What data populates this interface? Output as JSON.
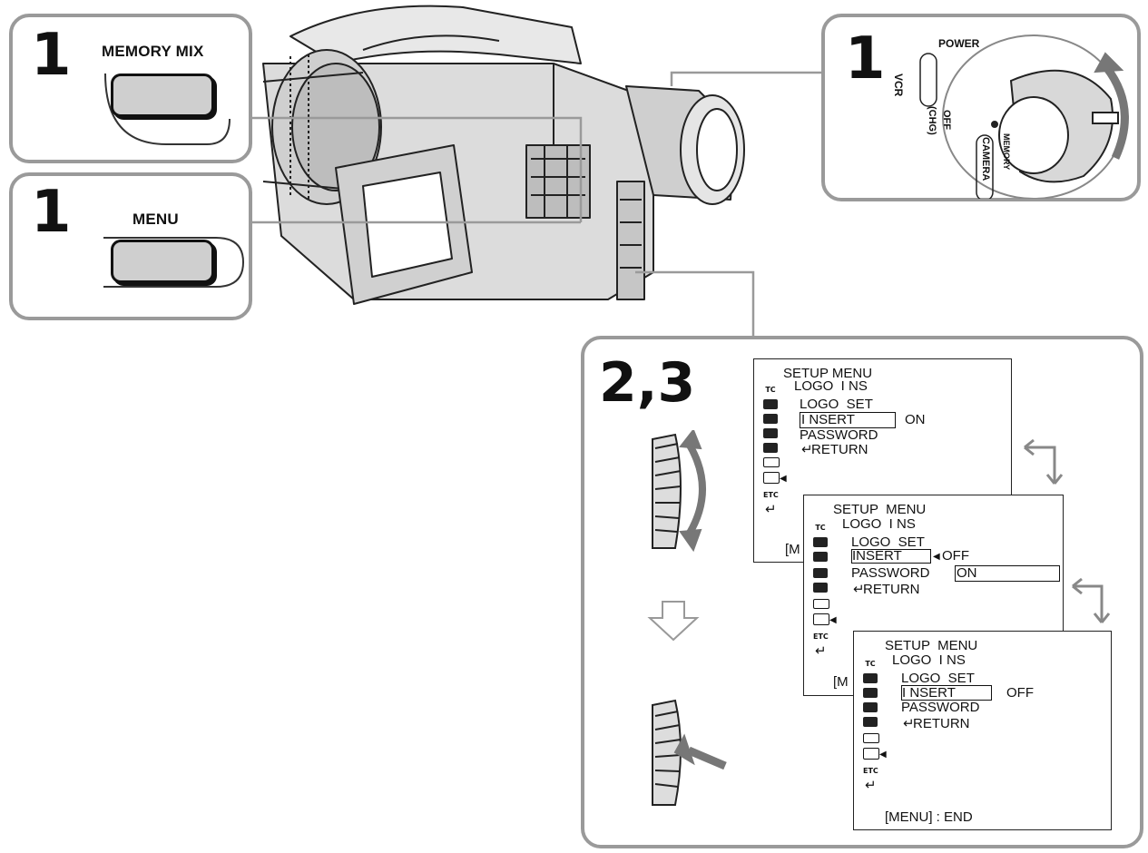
{
  "steps": {
    "memory_mix": "1",
    "menu": "1",
    "power": "1",
    "dial": "2,3"
  },
  "buttons": {
    "memory_mix_label": "MEMORY MIX",
    "menu_label": "MENU"
  },
  "power_switch": {
    "power": "POWER",
    "vcr": "VCR",
    "off": "OFF",
    "chg": "(CHG)",
    "camera": "CAMERA",
    "memory": "MEMORY"
  },
  "icons": [
    "camcorder-illustration",
    "dial-icon",
    "power-switch-icon",
    "down-arrow-icon",
    "swap-arrow-icon"
  ],
  "screens": [
    {
      "title": "SETUP MENU",
      "submenu": "LOGO  I NS",
      "item1": "LOGO  SET",
      "item2": "I NSERT",
      "item2_value": "ON",
      "item3": "PASSWORD",
      "item4": "RETURN",
      "footer": "[M"
    },
    {
      "title": "SETUP  MENU",
      "submenu": "LOGO  I NS",
      "item1": "LOGO  SET",
      "item2": "INSERT",
      "item2_value": "OFF",
      "item3": "PASSWORD",
      "item3_value": "ON",
      "item4": "RETURN",
      "footer": "[M"
    },
    {
      "title": "SETUP  MENU",
      "submenu": "LOGO  I NS",
      "item1": "LOGO  SET",
      "item2": "I NSERT",
      "item2_value": "OFF",
      "item3": "PASSWORD",
      "item4": "RETURN",
      "footer": "[MENU] : END"
    }
  ],
  "menu_icons": [
    "TC",
    "M",
    "C",
    "V",
    "CM",
    "DSD",
    "ETC"
  ]
}
